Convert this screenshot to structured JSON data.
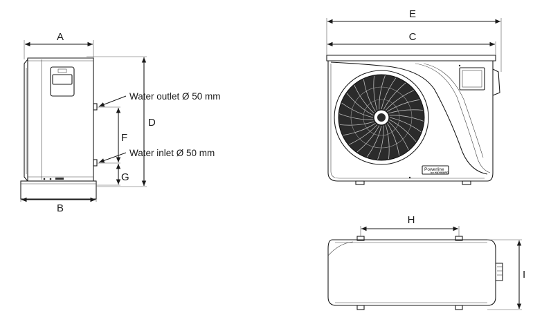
{
  "dimensions": {
    "a": "A",
    "b": "B",
    "c": "C",
    "d": "D",
    "e": "E",
    "f": "F",
    "g": "G",
    "h": "H",
    "i": "I"
  },
  "callouts": {
    "water_outlet": "Water outlet Ø 50 mm",
    "water_inlet": "Water inlet Ø 50 mm"
  },
  "product": {
    "brand_line1": "Powerline",
    "brand_line2": "by HAYWARD"
  }
}
